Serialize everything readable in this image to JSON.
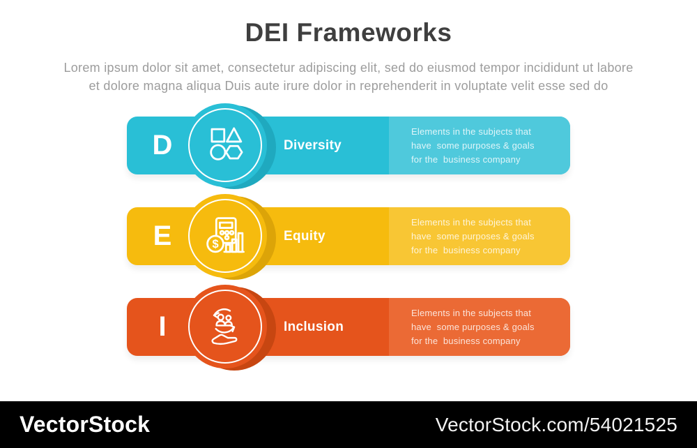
{
  "header": {
    "title": "DEI Frameworks",
    "subtitle_line1": "Lorem ipsum dolor sit amet, consectetur adipiscing elit, sed do eiusmod tempor incididunt ut labore",
    "subtitle_line2": "et dolore magna aliqua Duis aute irure dolor in reprehenderit in voluptate velit esse sed do"
  },
  "rows": [
    {
      "letter": "D",
      "label": "Diversity",
      "icon": "geometric-shapes-icon",
      "colors": {
        "main": "#29bfd6",
        "light": "#4fc9dc",
        "shadow": "#1fa9bf"
      },
      "description_lines": [
        "Elements in the subjects that",
        "have  some purposes & goals",
        "for the  business company"
      ]
    },
    {
      "letter": "E",
      "label": "Equity",
      "icon": "finance-calculator-icon",
      "colors": {
        "main": "#f6bb0e",
        "light": "#f8c634",
        "shadow": "#dca408"
      },
      "description_lines": [
        "Elements in the subjects that",
        "have  some purposes & goals",
        "for the  business company"
      ]
    },
    {
      "letter": "I",
      "label": "Inclusion",
      "icon": "people-cycle-hand-icon",
      "colors": {
        "main": "#e5541c",
        "light": "#eb6a35",
        "shadow": "#c74611"
      },
      "description_lines": [
        "Elements in the subjects that",
        "have  some purposes & goals",
        "for the  business company"
      ]
    }
  ],
  "footer": {
    "logo": "VectorStock",
    "watermark": "VectorStock.com/54021525",
    "background": "#000000"
  }
}
